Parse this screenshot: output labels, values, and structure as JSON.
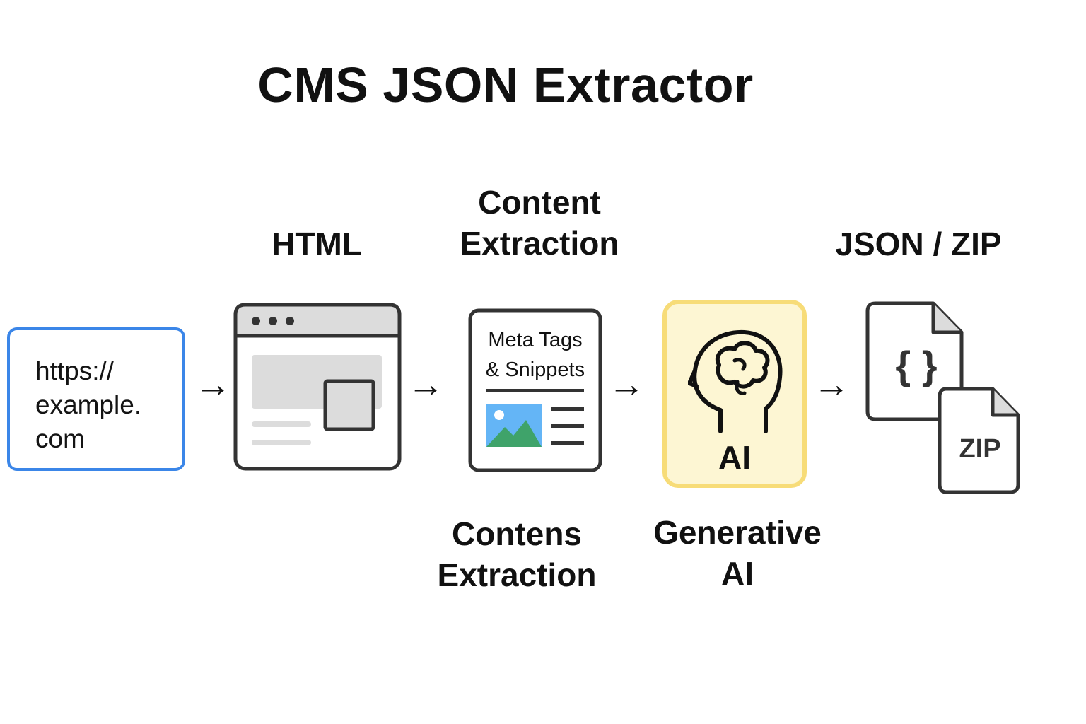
{
  "diagram": {
    "title": "CMS JSON Extractor",
    "labels": {
      "html": "HTML",
      "content_extraction_top": [
        "Content",
        "Extraction"
      ],
      "json_zip": "JSON / ZIP",
      "content_extraction_bottom": [
        "Contens",
        "Extraction"
      ],
      "generative_ai": [
        "Generative",
        "AI"
      ]
    },
    "url_box": {
      "lines": [
        "https://",
        "example.",
        "com"
      ]
    },
    "content_card": {
      "lines": [
        "Meta Tags",
        "& Snippets"
      ]
    },
    "ai_box": {
      "label": "AI"
    },
    "zip_file": {
      "label": "ZIP"
    },
    "json_file": {
      "glyph": "{ }"
    },
    "arrow_glyph": "→",
    "colors": {
      "url_border": "#3b86e8",
      "ai_fill": "#fdf6d3",
      "ai_border": "#f7dc78",
      "icon_stroke": "#333333",
      "image_sky": "#64b5f6",
      "image_hill": "#3fa36a"
    },
    "icons": [
      "browser-window-icon",
      "content-card-icon",
      "brain-head-icon",
      "json-file-icon",
      "zip-file-icon"
    ]
  }
}
